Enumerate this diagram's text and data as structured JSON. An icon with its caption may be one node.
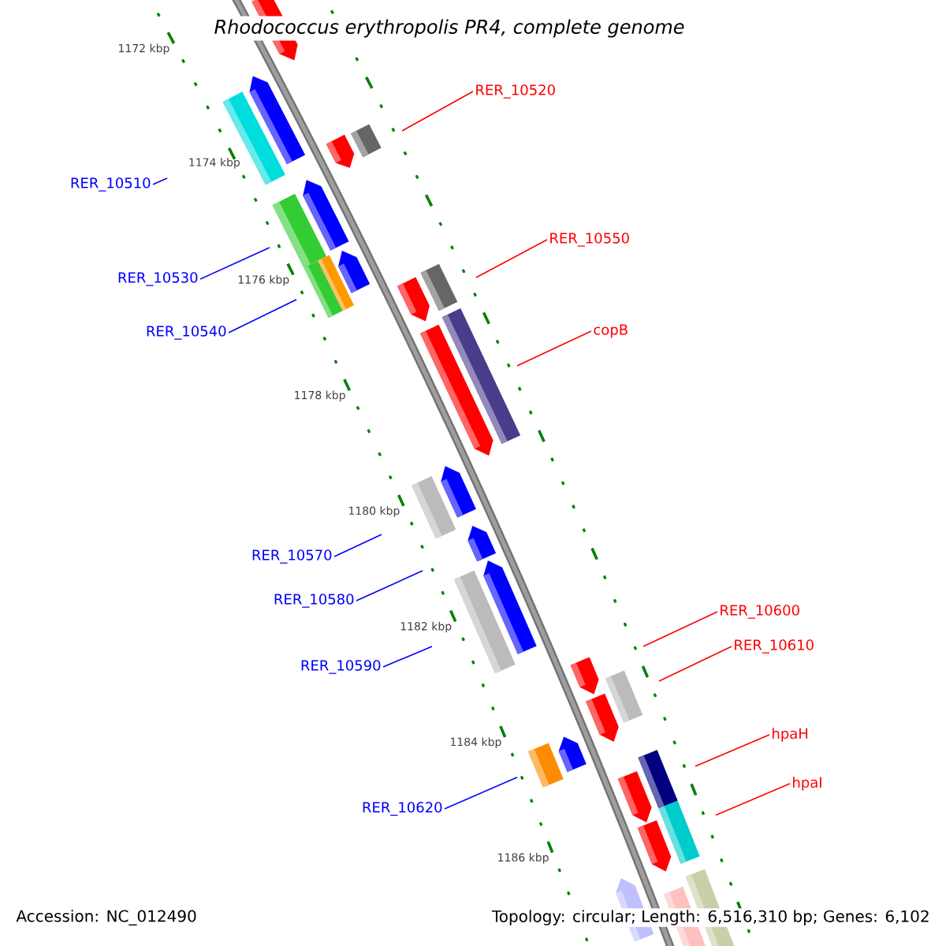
{
  "diagram": {
    "title": "Rhodococcus erythropolis PR4, complete genome",
    "nodes": [
      {
        "text": [
          "RER_10520"
        ]
      },
      {
        "text": [
          "RER_10510"
        ]
      },
      {
        "text": [
          "RER_10550"
        ]
      },
      {
        "text": [
          "RER_10530"
        ]
      },
      {
        "text": [
          "copB"
        ]
      },
      {
        "text": [
          "RER_10540"
        ]
      },
      {
        "text": [
          "RER_10570"
        ]
      },
      {
        "text": [
          "RER_10580"
        ]
      },
      {
        "text": [
          "RER_10600"
        ]
      },
      {
        "text": [
          "RER_10610"
        ]
      },
      {
        "text": [
          "RER_10590"
        ]
      },
      {
        "text": [
          "hpaH"
        ]
      },
      {
        "text": [
          "hpaI"
        ]
      },
      {
        "text": [
          "RER_10620"
        ]
      }
    ],
    "edges": [
      {
        "from": 0,
        "to": null,
        "arrow": "none",
        "color": "#ff0000"
      },
      {
        "from": 1,
        "to": null,
        "arrow": "none",
        "color": "#0000ff"
      },
      {
        "from": 2,
        "to": null,
        "arrow": "none",
        "color": "#ff0000"
      },
      {
        "from": 3,
        "to": null,
        "arrow": "none",
        "color": "#0000ff"
      },
      {
        "from": 4,
        "to": null,
        "arrow": "none",
        "color": "#ff0000"
      },
      {
        "from": 5,
        "to": null,
        "arrow": "none",
        "color": "#0000ff"
      },
      {
        "from": 6,
        "to": null,
        "arrow": "none",
        "color": "#0000ff"
      },
      {
        "from": 7,
        "to": null,
        "arrow": "none",
        "color": "#0000ff"
      },
      {
        "from": 8,
        "to": null,
        "arrow": "none",
        "color": "#ff0000"
      },
      {
        "from": 9,
        "to": null,
        "arrow": "none",
        "color": "#ff0000"
      },
      {
        "from": 10,
        "to": null,
        "arrow": "none",
        "color": "#0000ff"
      },
      {
        "from": 11,
        "to": null,
        "arrow": "none",
        "color": "#ff0000"
      },
      {
        "from": 12,
        "to": null,
        "arrow": "none",
        "color": "#ff0000"
      },
      {
        "from": 13,
        "to": null,
        "arrow": "none",
        "color": "#0000ff"
      }
    ],
    "labels": [
      "1172 kbp",
      "1174 kbp",
      "1176 kbp",
      "1178 kbp",
      "1180 kbp",
      "1182 kbp",
      "1184 kbp",
      "1186 kbp",
      "Accession: NC_012490",
      "Topology: circular; Length: 6,516,310 bp; Genes: 6,102"
    ]
  }
}
